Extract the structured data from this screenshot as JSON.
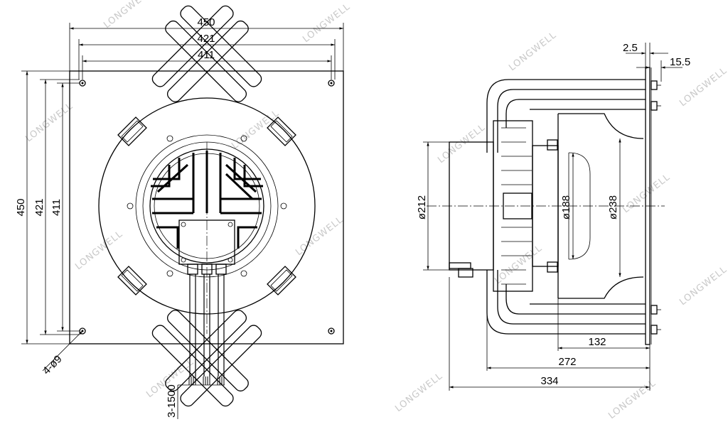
{
  "watermark": "LONGWELL",
  "front_view": {
    "dims": {
      "top_width_outer": "450",
      "top_width_mid": "421",
      "top_width_inner": "411",
      "left_height_outer": "450",
      "left_height_mid": "421",
      "left_height_inner": "411",
      "holes": "4-ø9",
      "cables": "3-1500"
    }
  },
  "side_view": {
    "dims": {
      "plate_thickness": "2.5",
      "bolt_protrusion": "15.5",
      "dia_motor": "ø212",
      "dia_inner": "ø188",
      "dia_impeller": "ø238",
      "depth_132": "132",
      "depth_272": "272",
      "depth_334": "334"
    }
  }
}
